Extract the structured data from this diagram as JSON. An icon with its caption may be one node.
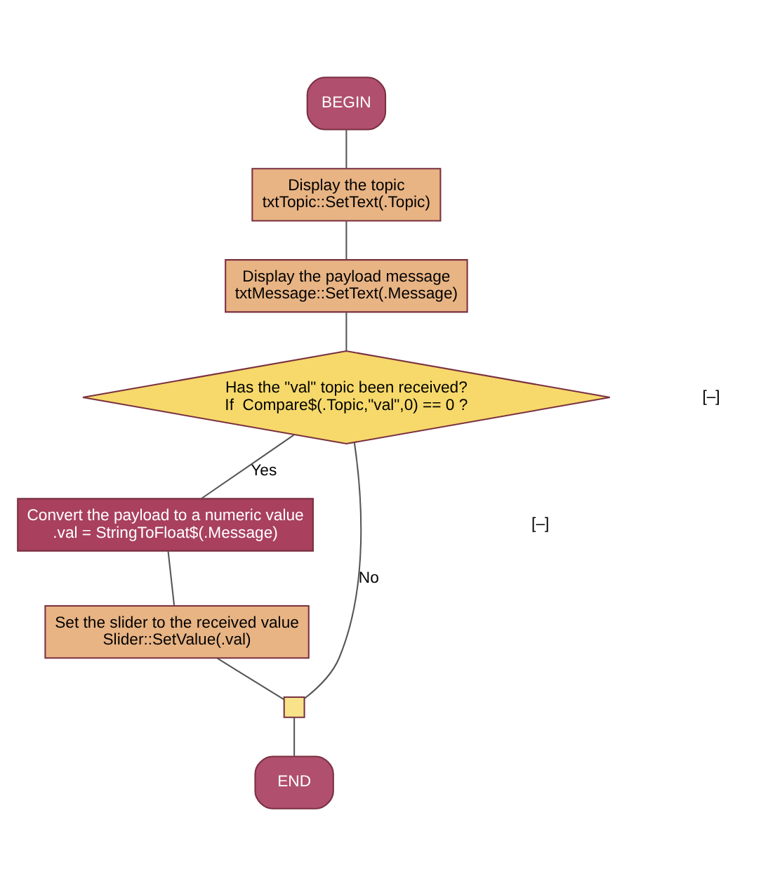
{
  "diagram": {
    "nodes": [
      {
        "text": [
          "BEGIN"
        ]
      },
      {
        "text": [
          "Display the topic",
          "txtTopic::SetText(.Topic)"
        ]
      },
      {
        "text": [
          "Display the payload message",
          "txtMessage::SetText(.Message)"
        ]
      },
      {
        "text": [
          "Has the \"val\" topic been received?",
          "If  Compare$(.Topic,\"val\",0) == 0 ?"
        ]
      },
      {
        "text": [
          "Convert the payload to a numeric value",
          ".val = StringToFloat$(.Message)"
        ]
      },
      {
        "text": [
          "Set the slider to the received value",
          "Slider::SetValue(.val)"
        ]
      },
      {
        "text": [],
        "shape": "box"
      },
      {
        "text": [
          "END"
        ]
      }
    ],
    "edges": [
      {
        "from": 0,
        "to": 1,
        "arrow": "none"
      },
      {
        "from": 1,
        "to": 2,
        "arrow": "none"
      },
      {
        "from": 2,
        "to": 3,
        "arrow": "none"
      },
      {
        "from": 3,
        "to": 4,
        "arrow": "none",
        "label": "Yes"
      },
      {
        "from": 4,
        "to": 5,
        "arrow": "none"
      },
      {
        "from": 5,
        "to": 6,
        "arrow": "none"
      },
      {
        "from": 3,
        "to": 6,
        "arrow": "none",
        "label": "No"
      },
      {
        "from": 6,
        "to": 7,
        "arrow": "none"
      }
    ],
    "labels": [
      "[–]",
      "[–]"
    ]
  }
}
